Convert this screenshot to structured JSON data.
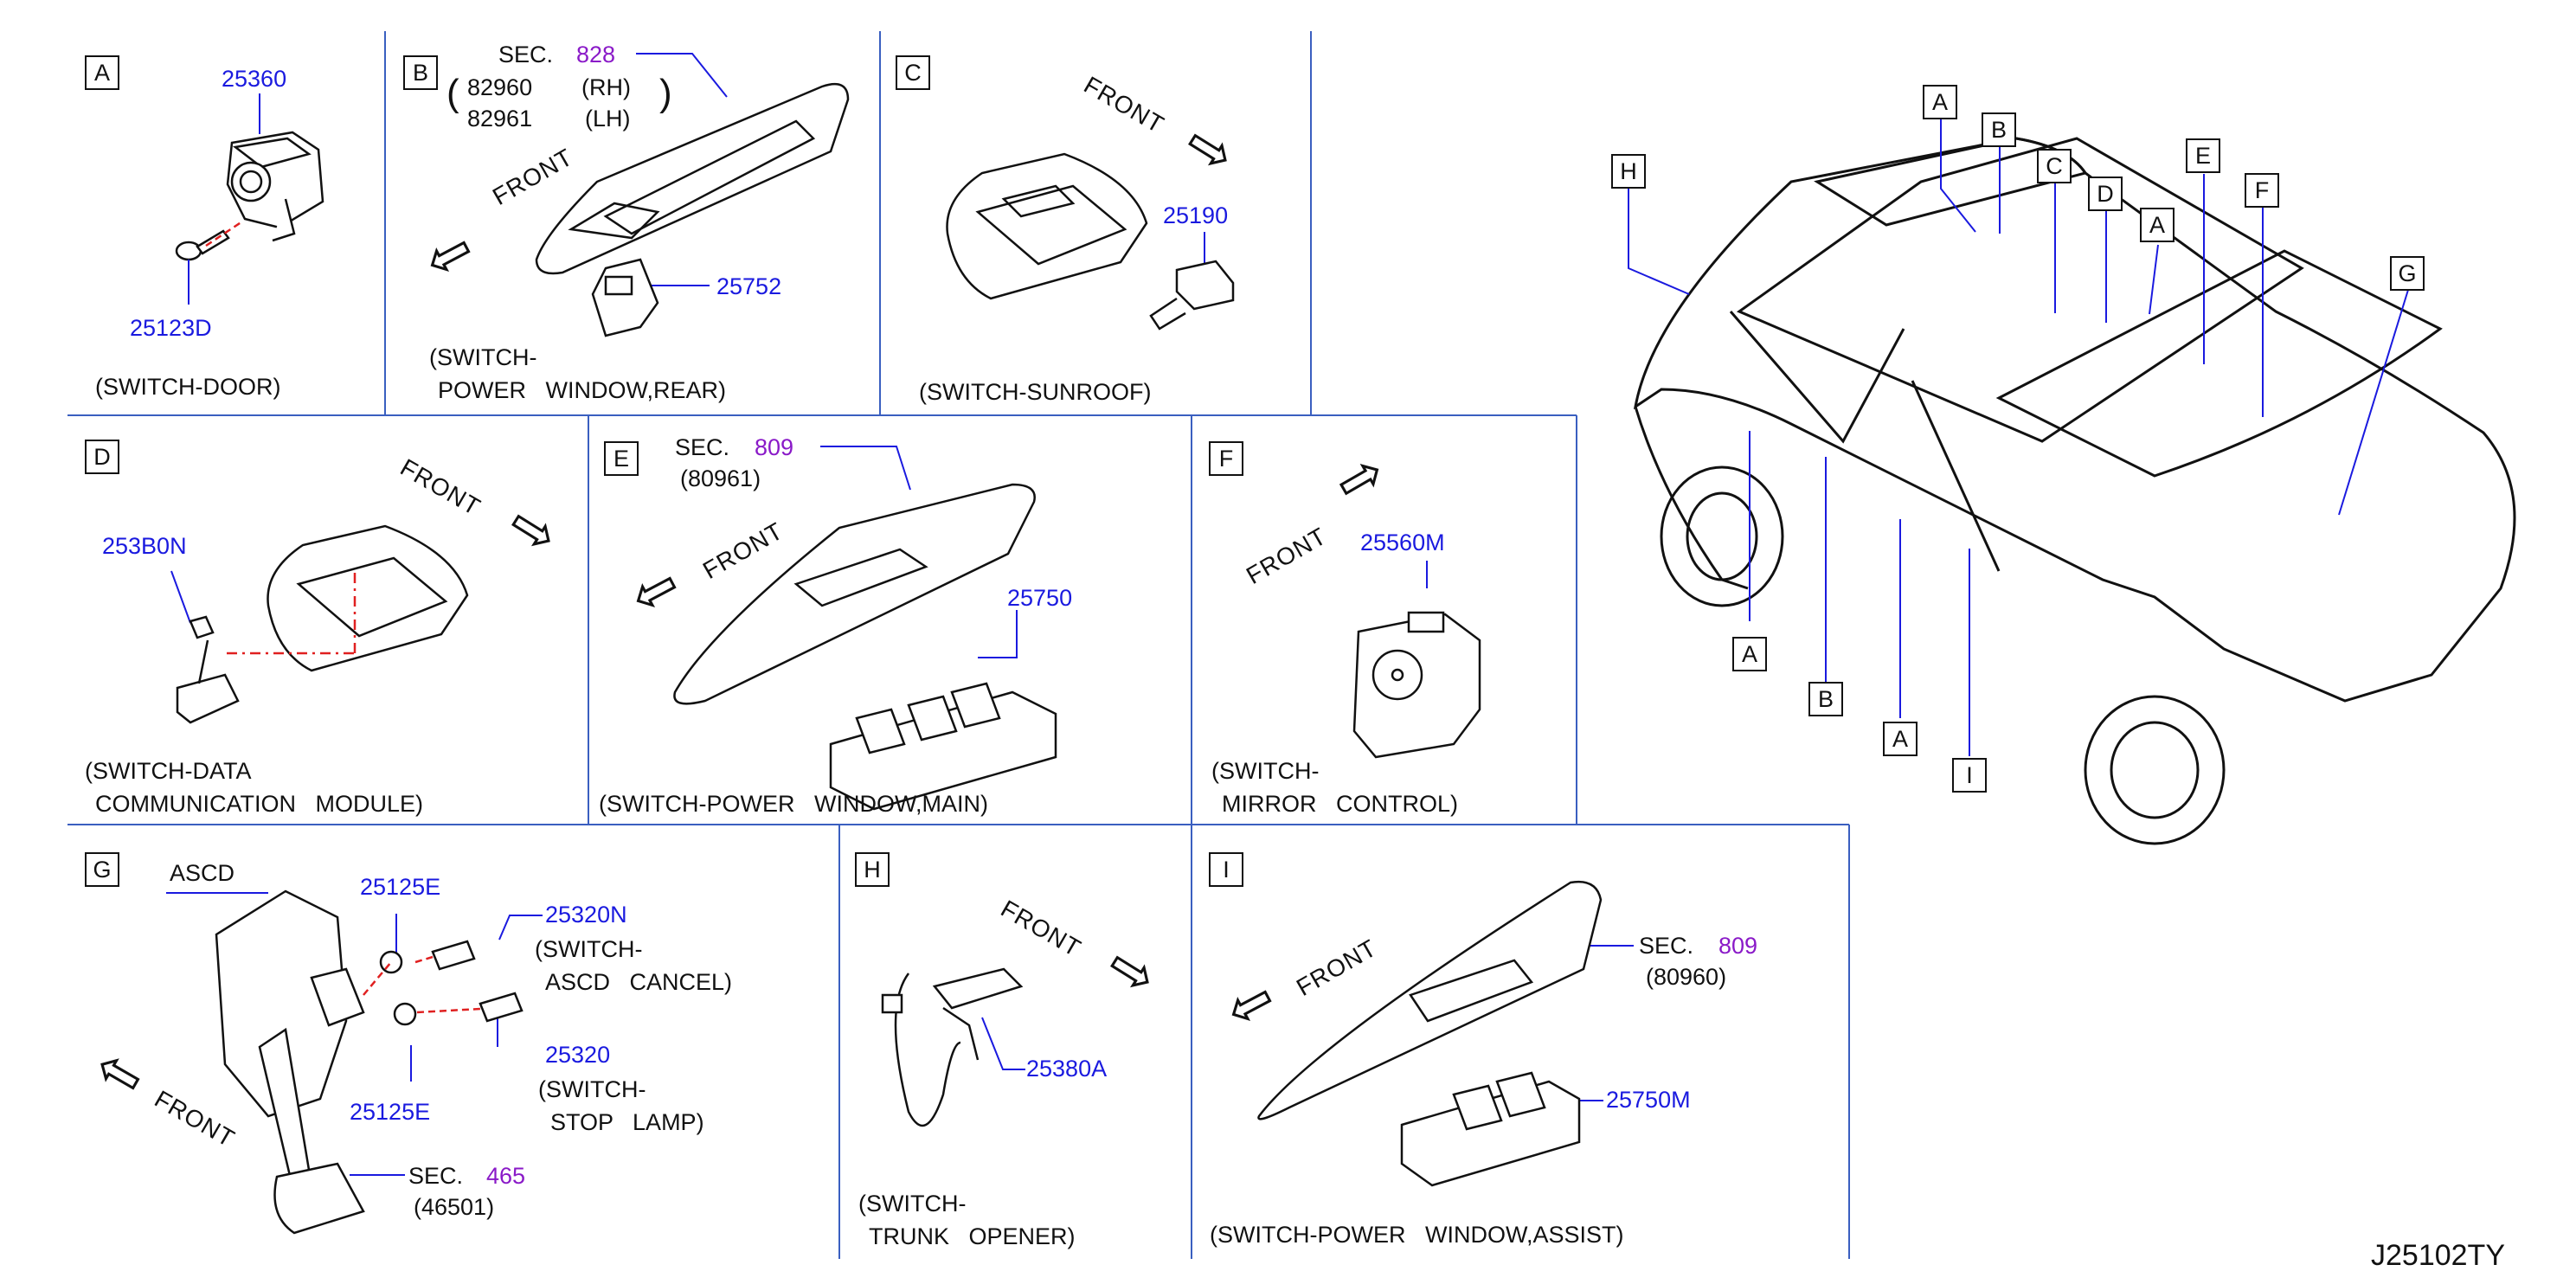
{
  "panels": {
    "A": {
      "letter": "A",
      "part1": "25360",
      "part2": "25123D",
      "caption": "(SWITCH-DOOR)"
    },
    "B": {
      "letter": "B",
      "sec": "SEC.",
      "sec_num": "828",
      "paren_open": "(",
      "paren_close": ")",
      "ref1": "82960",
      "ref1_side": "(RH)",
      "ref2": "82961",
      "ref2_side": "(LH)",
      "front": "FRONT",
      "part1": "25752",
      "caption1": "(SWITCH-",
      "caption2": "POWER   WINDOW,REAR)"
    },
    "C": {
      "letter": "C",
      "front": "FRONT",
      "part1": "25190",
      "caption": "(SWITCH-SUNROOF)"
    },
    "D": {
      "letter": "D",
      "front": "FRONT",
      "part1": "253B0N",
      "caption1": "(SWITCH-DATA",
      "caption2": "COMMUNICATION   MODULE)"
    },
    "E": {
      "letter": "E",
      "sec": "SEC.",
      "sec_num": "809",
      "ref": "(80961)",
      "front": "FRONT",
      "part1": "25750",
      "caption": "(SWITCH-POWER   WINDOW,MAIN)"
    },
    "F": {
      "letter": "F",
      "front": "FRONT",
      "part1": "25560M",
      "caption1": "(SWITCH-",
      "caption2": "MIRROR   CONTROL)"
    },
    "G": {
      "letter": "G",
      "ascd": "ASCD",
      "part1": "25125E",
      "part2": "25320N",
      "note1a": "(SWITCH-",
      "note1b": "ASCD   CANCEL)",
      "part3": "25320",
      "part4": "25125E",
      "note2a": "(SWITCH-",
      "note2b": "STOP   LAMP)",
      "front": "FRONT",
      "sec": "SEC.",
      "sec_num": "465",
      "ref": "(46501)"
    },
    "H": {
      "letter": "H",
      "front": "FRONT",
      "part1": "25380A",
      "caption1": "(SWITCH-",
      "caption2": "TRUNK   OPENER)"
    },
    "I": {
      "letter": "I",
      "front": "FRONT",
      "sec": "SEC.",
      "sec_num": "809",
      "ref": "(80960)",
      "part1": "25750M",
      "caption": "(SWITCH-POWER   WINDOW,ASSIST)"
    }
  },
  "vehicle_labels": [
    "H",
    "A",
    "B",
    "C",
    "D",
    "A",
    "E",
    "F",
    "G",
    "A",
    "B",
    "A",
    "I"
  ],
  "drawing_code": "J25102TY",
  "colors": {
    "part_number": "#1a1adf",
    "section_number": "#8a1ac8",
    "grid_line": "#3a5fc0",
    "leader_line": "#1a1adf",
    "dash_line": "#e02020"
  }
}
